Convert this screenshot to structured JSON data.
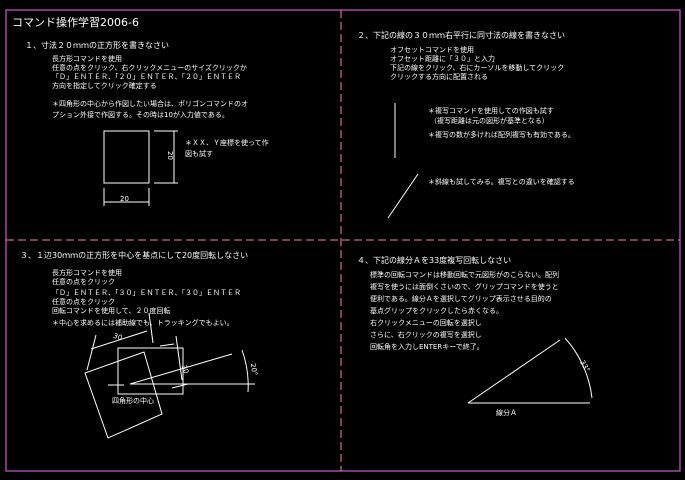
{
  "title": "コマンド操作学習2006-6",
  "colors": {
    "background": "#000000",
    "frame": "#ff66ff",
    "divider": "#ff7faf",
    "ink": "#ffffff"
  },
  "q1": {
    "heading": "１、寸法２０ｍｍの正方形を書きなさい",
    "lines": [
      "長方形コマンドを使用",
      "任意の点をクリック、右クリックメニューのサイズクリックか",
      "「Ｄ」ＥＮＴＥＲ、「２０」ＥＮＴＥＲ、「２０」ＥＮＴＥＲ",
      "方向を指定してクリック確定する"
    ],
    "note1": [
      "＊四角形の中心から作図したい場合は、ポリゴンコマンドのオ",
      "プション外接で作図する。その時は10が入力値である。"
    ],
    "note2": [
      "＊ＸＸ、Ｙ座標を使って作",
      "図も試す"
    ],
    "dim_h": "20",
    "dim_v": "20"
  },
  "q2": {
    "heading": "２、下記の線の３０ｍｍ右平行に同寸法の線を書きなさい",
    "lines": [
      "オフセットコマンドを使用",
      "オフセット距離に「３０」と入力",
      "下記の線をクリック、右にカーソルを移動してクリック",
      "クリックする方向に配置される"
    ],
    "note1": [
      "＊複写コマンドを使用しての作図も試す",
      "（複写距離は元の図形が基準となる）"
    ],
    "note2": "＊複写の数が多ければ配列複写も有効である。",
    "note3": "＊斜線も試してみる。複写との違いを確認する"
  },
  "q3": {
    "heading": "３、１辺30ｍｍの正方形を中心を基点にして20度回転しなさい",
    "lines": [
      "長方形コマンドを使用",
      "任意の点をクリック",
      "「Ｄ」ＥＮＴＥＲ、「３０」ＥＮＴＥＲ、「３０」ＥＮＴＥＲ",
      "任意の点をクリック",
      "回転コマンドを使用して、２０度回転"
    ],
    "note1": "＊中心を求めるには補助線でも、トラッキングでもよい。",
    "dim_top": "30",
    "dim_side": "30",
    "angle": "20°",
    "center_label": "四角形の中心"
  },
  "q4": {
    "heading": "４、下記の線分Ａを33度複写回転しなさい",
    "lines": [
      "標準の回転コマンドは移動回転で元図形がのこらない。配列",
      "複写を使うには面倒くさいので、グリップコマンドを使うと",
      "便利である。線分Ａを選択してグリップ表示させる目的の",
      "基点グリップをクリックしたら赤くなる。",
      "右クリックメニューの回転を選択し",
      "さらに、右クリックの複写を選択し",
      "回転角を入力しENTERキーで終了。"
    ],
    "angle": "33°",
    "line_label": "線分Ａ"
  }
}
